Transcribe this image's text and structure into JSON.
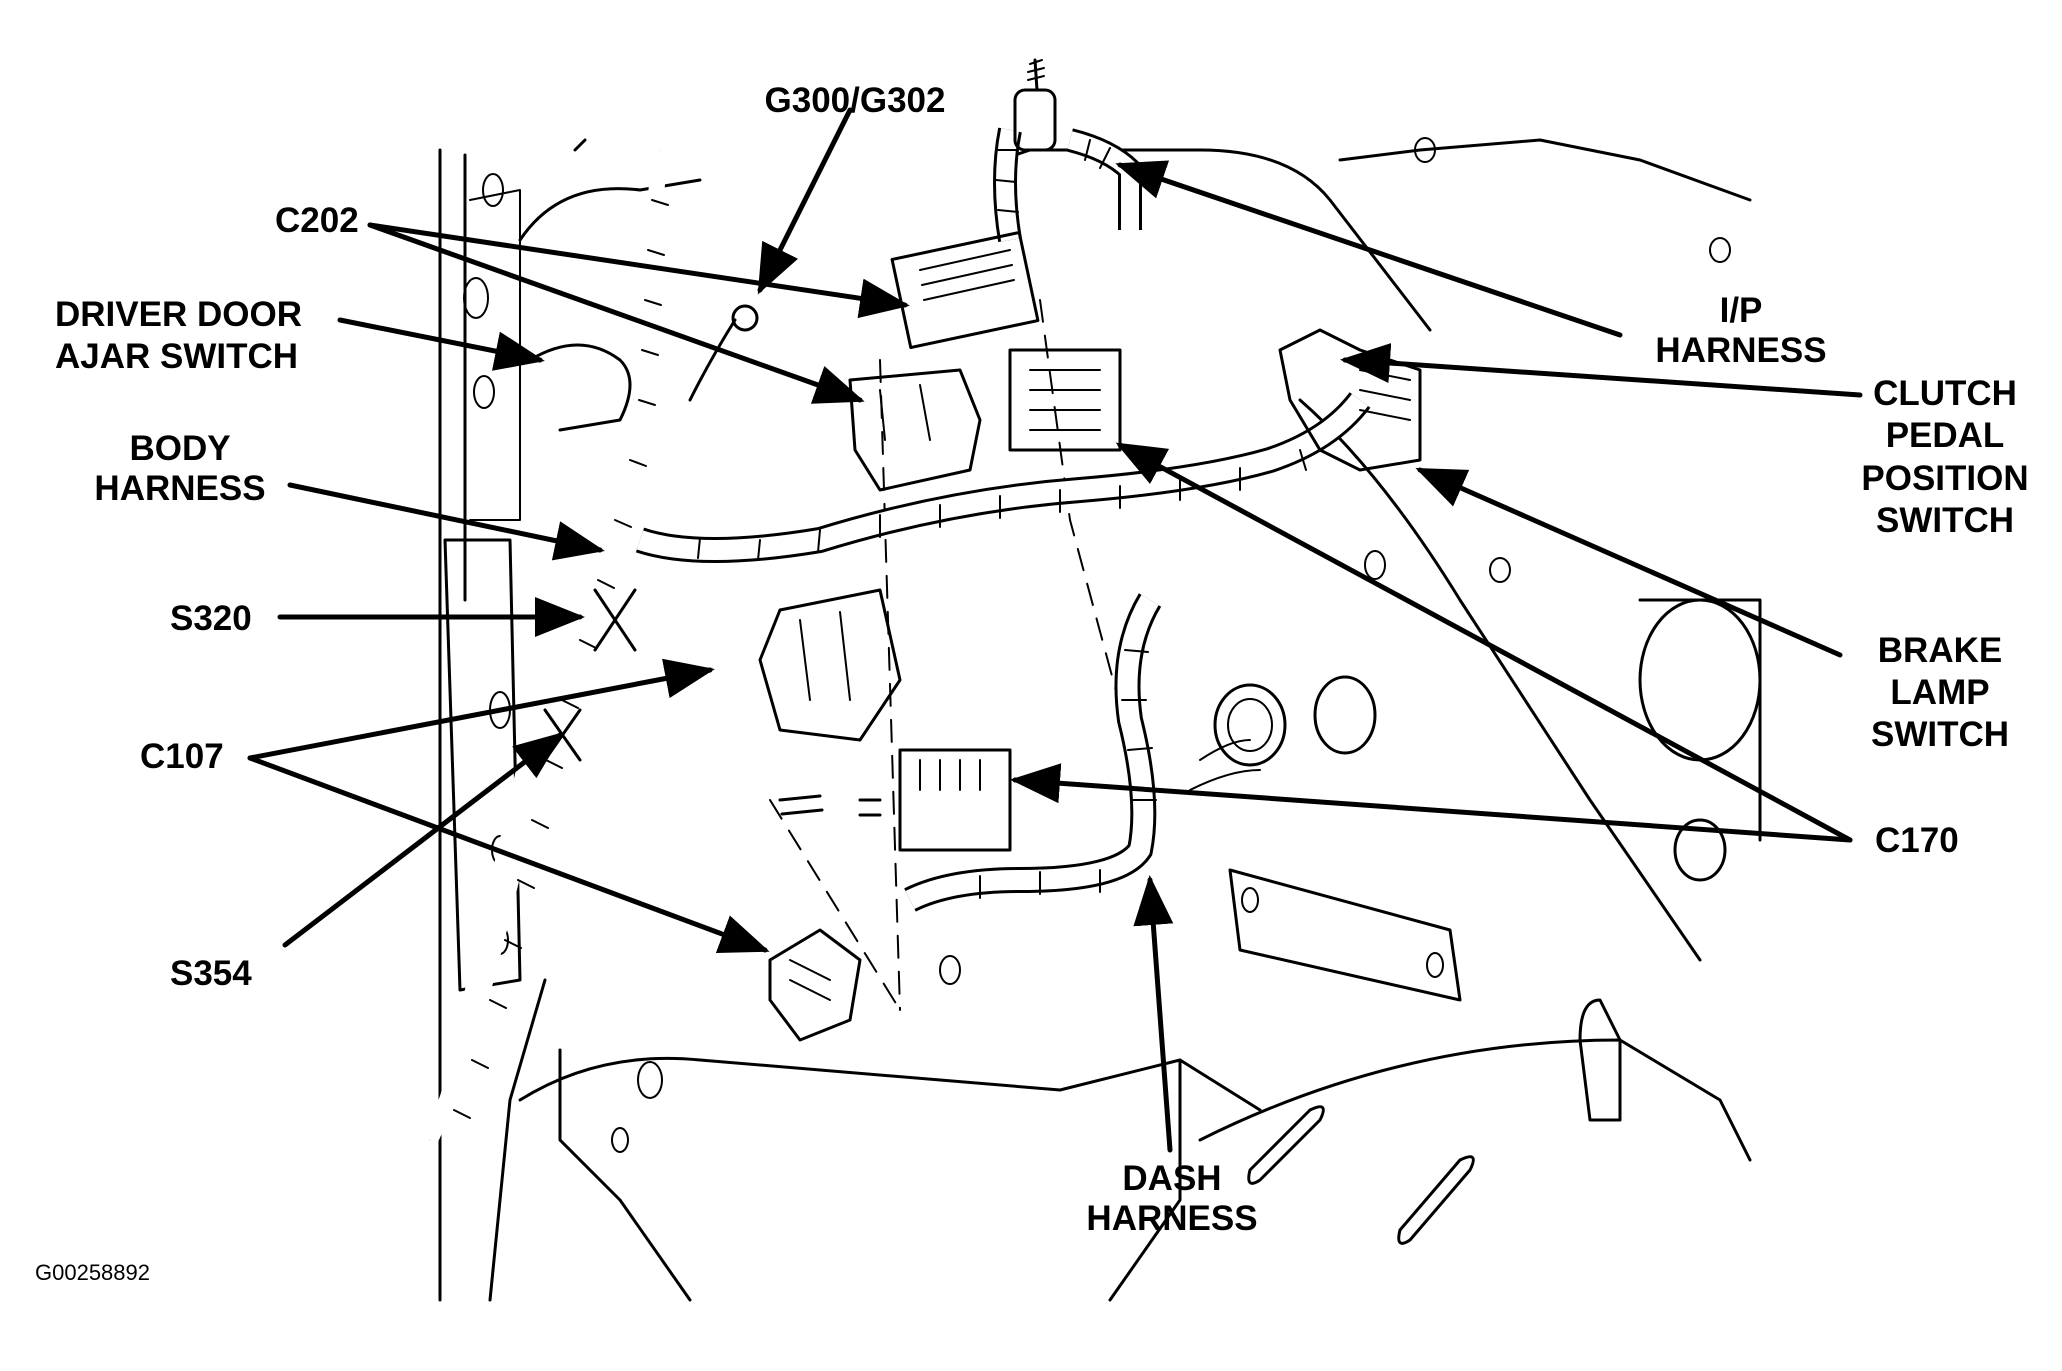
{
  "labels": {
    "g300_g302": "G300/G302",
    "c202": "C202",
    "driver_door_line1": "DRIVER DOOR",
    "driver_door_line2": "AJAR SWITCH",
    "body_harness_line1": "BODY",
    "body_harness_line2": "HARNESS",
    "s320": "S320",
    "c107": "C107",
    "s354": "S354",
    "ip_harness_line1": "I/P",
    "ip_harness_line2": "HARNESS",
    "clutch_line1": "CLUTCH",
    "clutch_line2": "PEDAL",
    "clutch_line3": "POSITION",
    "clutch_line4": "SWITCH",
    "brake_line1": "BRAKE",
    "brake_line2": "LAMP",
    "brake_line3": "SWITCH",
    "c170": "C170",
    "dash_harness_line1": "DASH",
    "dash_harness_line2": "HARNESS"
  },
  "figure_code": "G00258892"
}
